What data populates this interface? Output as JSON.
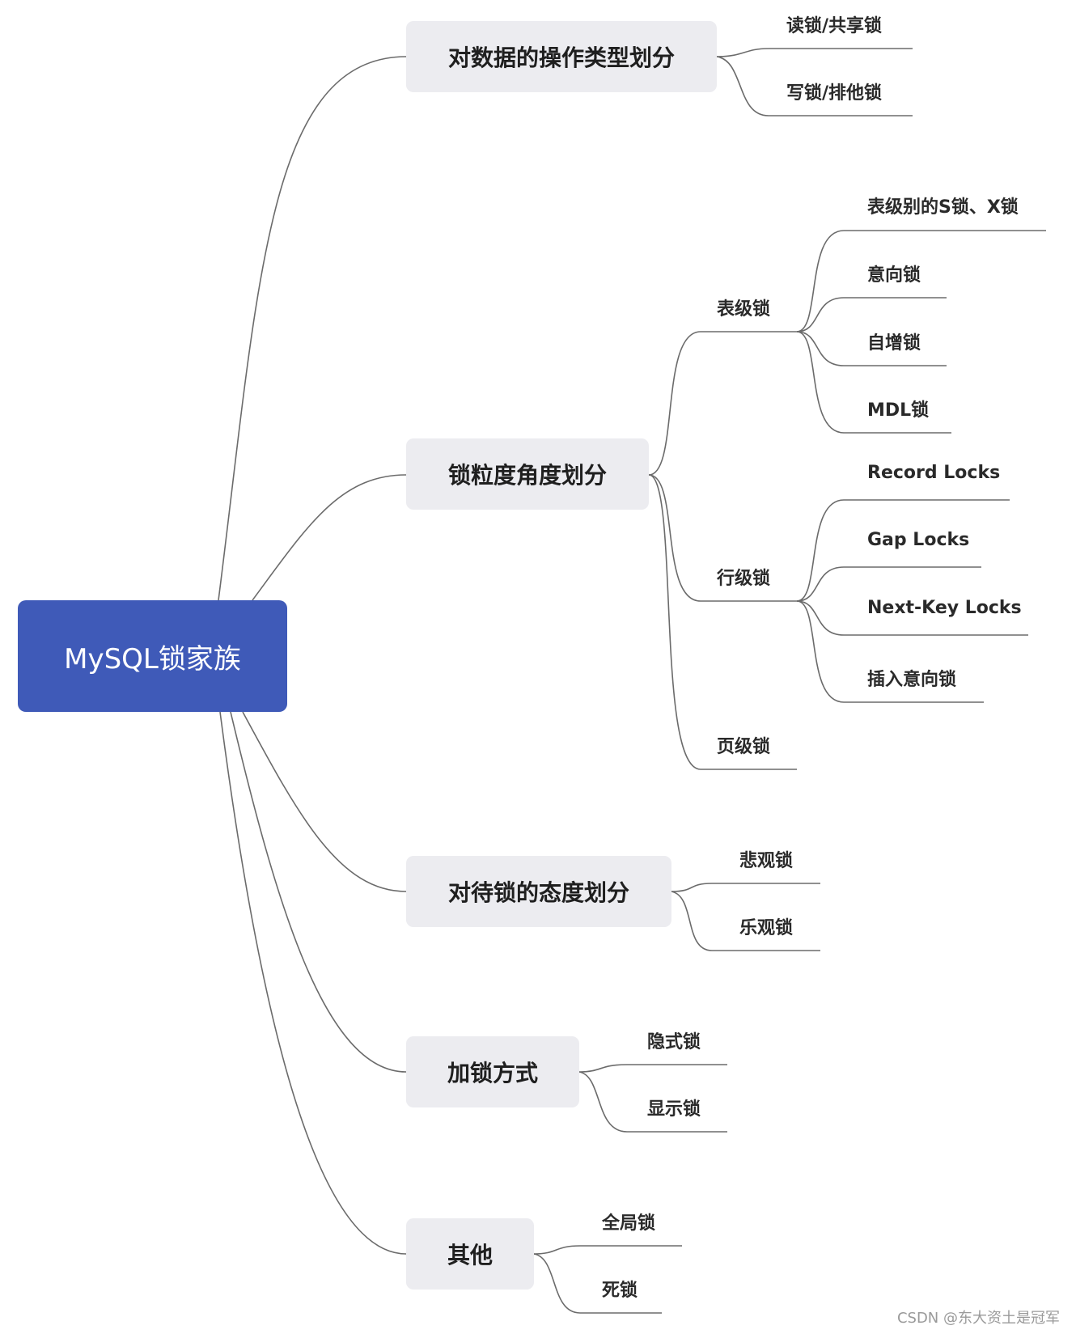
{
  "root": {
    "label": "MySQL锁家族",
    "color": "#3f5ab8"
  },
  "branches": [
    {
      "label": "对数据的操作类型划分",
      "children": [
        "读锁/共享锁",
        "写锁/排他锁"
      ]
    },
    {
      "label": "锁粒度角度划分",
      "children": [
        {
          "label": "表级锁",
          "children": [
            "表级别的S锁、X锁",
            "意向锁",
            "自增锁",
            "MDL锁"
          ]
        },
        {
          "label": "行级锁",
          "children": [
            "Record Locks",
            "Gap Locks",
            "Next-Key Locks",
            "插入意向锁"
          ]
        },
        {
          "label": "页级锁",
          "children": []
        }
      ]
    },
    {
      "label": "对待锁的态度划分",
      "children": [
        "悲观锁",
        "乐观锁"
      ]
    },
    {
      "label": "加锁方式",
      "children": [
        "隐式锁",
        "显示锁"
      ]
    },
    {
      "label": "其他",
      "children": [
        "全局锁",
        "死锁"
      ]
    }
  ],
  "watermark": "CSDN @东大资土是冠军"
}
